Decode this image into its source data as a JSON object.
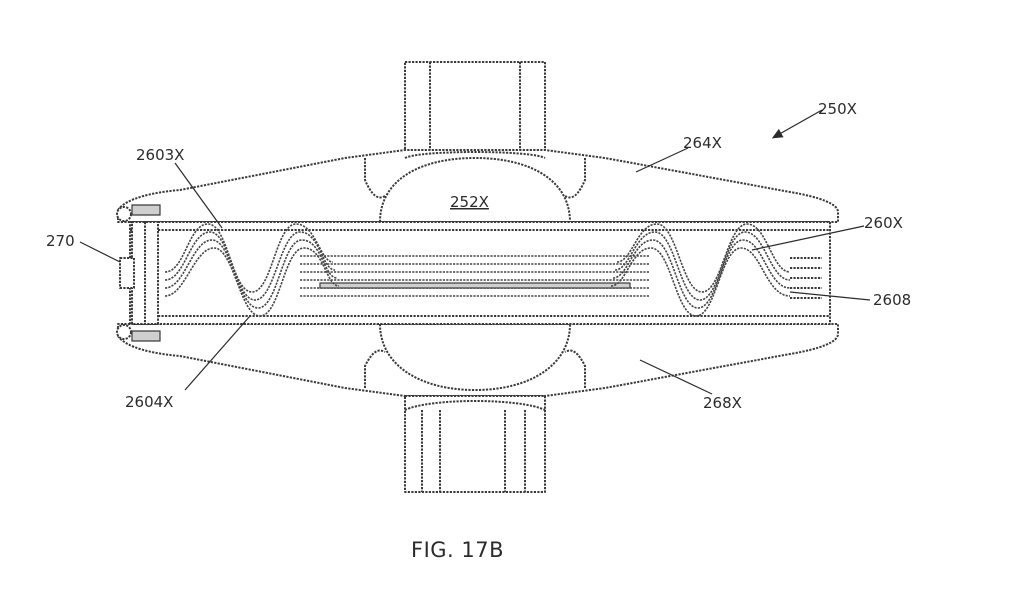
{
  "figure": {
    "caption": "FIG. 17B",
    "labels": {
      "assembly": "250X",
      "upper_housing": "264X",
      "chamber": "252X",
      "flex_member": "2603X",
      "end_cap": "270",
      "ring": "260X",
      "layer": "2608",
      "lower_flex": "2604X",
      "lower_housing": "268X"
    }
  }
}
